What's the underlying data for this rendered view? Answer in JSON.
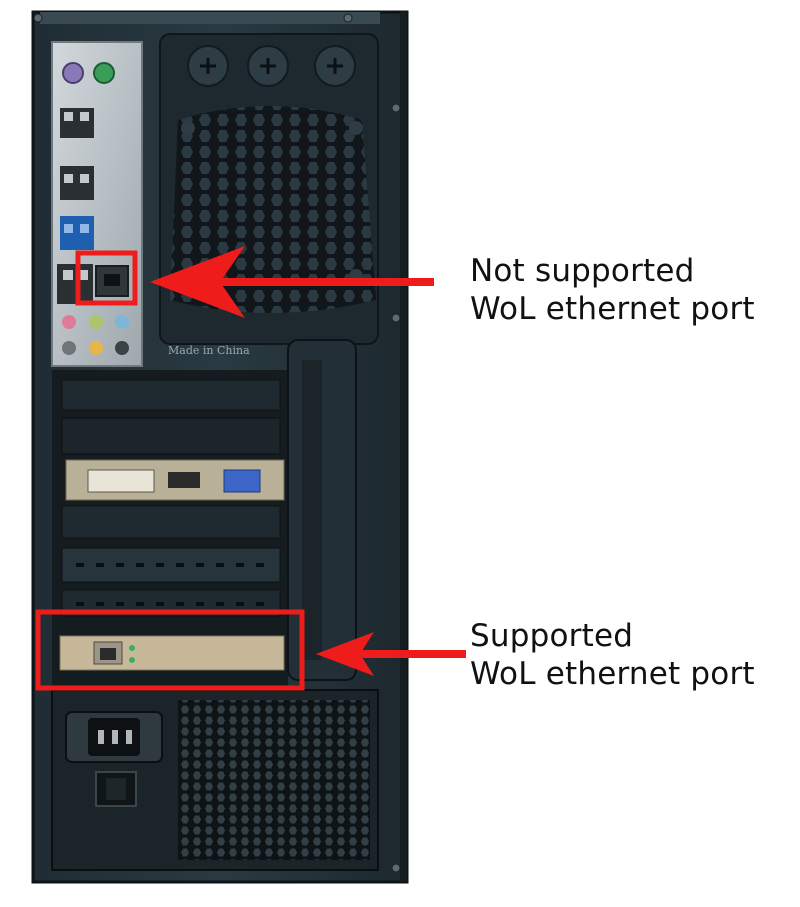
{
  "callouts": {
    "not_supported": {
      "line1": "Not supported",
      "line2": "WoL ethernet port"
    },
    "supported": {
      "line1": "Supported",
      "line2": "WoL ethernet port"
    }
  },
  "case_marking": "Made in China",
  "colors": {
    "accent": "#ef1c1c",
    "case": "#26353d",
    "io_shield": "#bfc6cc",
    "nic_bracket": "#c8b89a"
  }
}
